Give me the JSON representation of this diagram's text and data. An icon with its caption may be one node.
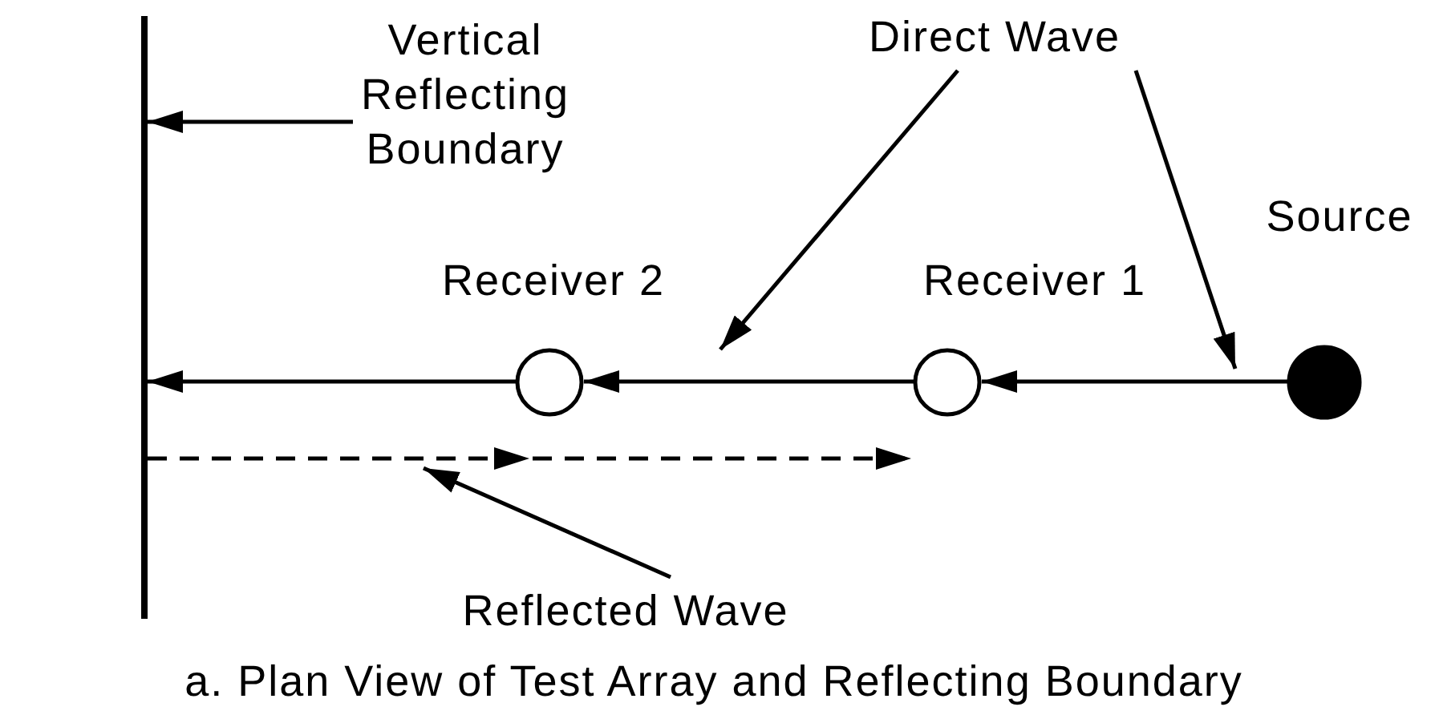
{
  "diagram": {
    "caption": "a. Plan View of Test Array and Reflecting Boundary",
    "nodes": [
      {
        "text": [
          "Vertical Reflecting Boundary"
        ]
      },
      {
        "text": [
          "Direct Wave"
        ]
      },
      {
        "text": [
          "Source"
        ]
      },
      {
        "text": [
          "Receiver 2"
        ]
      },
      {
        "text": [
          "Receiver 1"
        ]
      },
      {
        "text": [],
        "shape": "bar"
      },
      {
        "text": [
          "Reflected Wave"
        ]
      }
    ],
    "edges": [
      {
        "from": 0,
        "to": 5,
        "arrow": "to"
      },
      {
        "from": 1,
        "to": null,
        "arrow": "to"
      },
      {
        "from": 1,
        "to": null,
        "arrow": "to"
      },
      {
        "from": 2,
        "to": 4,
        "arrow": "to"
      },
      {
        "from": 4,
        "to": 3,
        "arrow": "to"
      },
      {
        "from": 3,
        "to": 5,
        "arrow": "to"
      },
      {
        "from": 5,
        "to": 4,
        "arrow": "to",
        "style": "dashed"
      },
      {
        "from": 6,
        "to": null,
        "arrow": "to"
      }
    ]
  }
}
